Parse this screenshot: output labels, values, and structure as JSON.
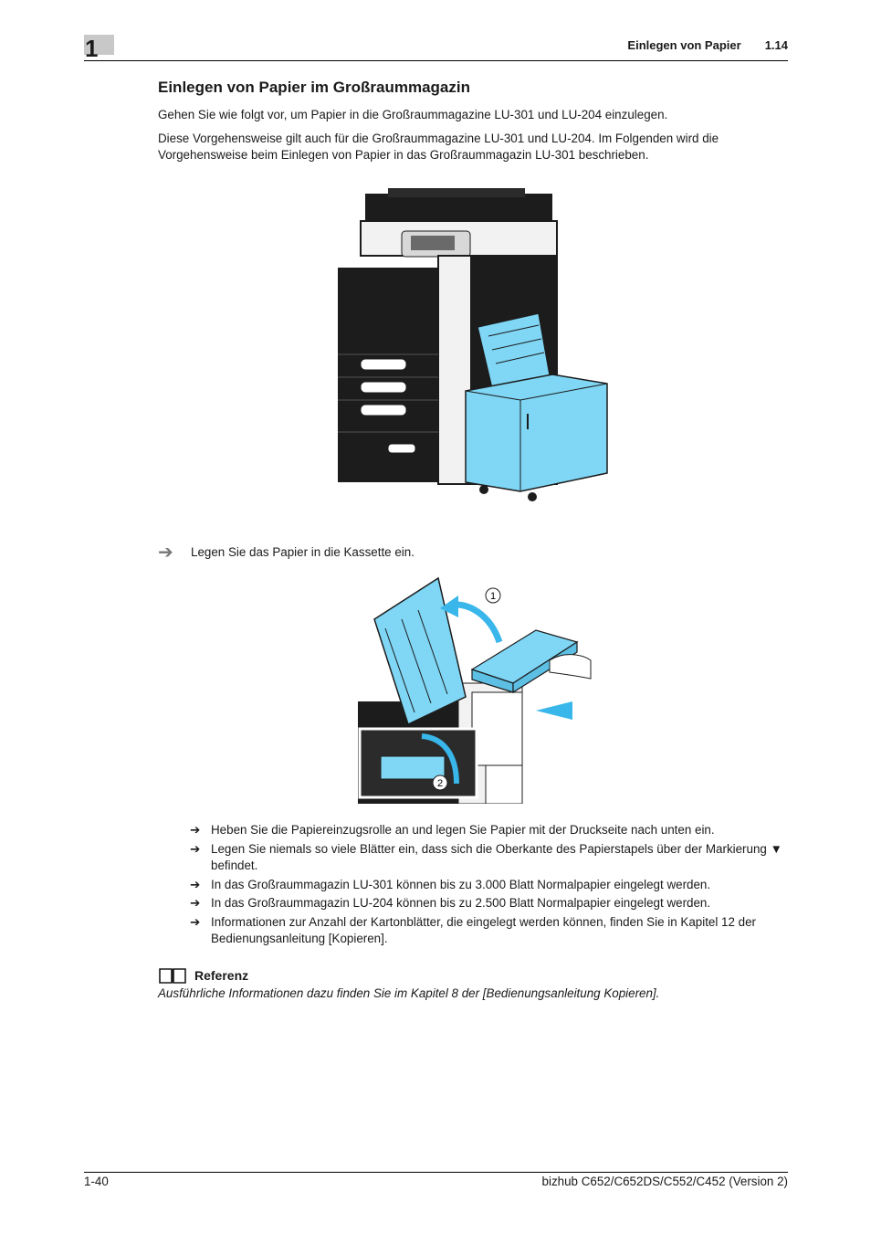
{
  "header": {
    "chapter_number": "1",
    "section_title": "Einlegen von Papier",
    "section_number": "1.14"
  },
  "title": "Einlegen von Papier im Großraummagazin",
  "intro": "Gehen Sie wie folgt vor, um Papier in die Großraummagazine LU-301 und LU-204 einzulegen.",
  "description": "Diese Vorgehensweise gilt auch für die Großraummagazine LU-301 und LU-204. Im Folgenden wird die Vorgehensweise beim Einlegen von Papier in das Großraummagazin LU-301 beschrieben.",
  "step": {
    "arrow": "➔",
    "text": "Legen Sie das Papier in die Kassette ein."
  },
  "figure2": {
    "callout1": "1",
    "callout2": "2"
  },
  "bullets": [
    {
      "mark": "➔",
      "text": "Heben Sie die Papiereinzugsrolle an und legen Sie Papier mit der Druckseite nach unten ein."
    },
    {
      "mark": "➔",
      "text": "Legen Sie niemals so viele Blätter ein, dass sich die Oberkante des Papierstapels über der Markierung ▼ befindet."
    },
    {
      "mark": "➔",
      "text": "In das Großraummagazin LU-301 können bis zu 3.000 Blatt Normalpapier eingelegt werden."
    },
    {
      "mark": "➔",
      "text": "In das Großraummagazin LU-204 können bis zu 2.500 Blatt Normalpapier eingelegt werden."
    },
    {
      "mark": "➔",
      "text": "Informationen zur Anzahl der Kartonblätter, die eingelegt werden können, finden Sie in Kapitel 12 der Bedienungsanleitung [Kopieren]."
    }
  ],
  "reference": {
    "icon": "book-icon",
    "label": "Referenz",
    "text": "Ausführliche Informationen dazu finden Sie im Kapitel 8 der [Bedienungsanleitung Kopieren]."
  },
  "footer": {
    "page": "1-40",
    "product": "bizhub C652/C652DS/C552/C452 (Version 2)"
  },
  "colors": {
    "highlight": "#7fd6f5",
    "device": "#1c1c1c"
  }
}
